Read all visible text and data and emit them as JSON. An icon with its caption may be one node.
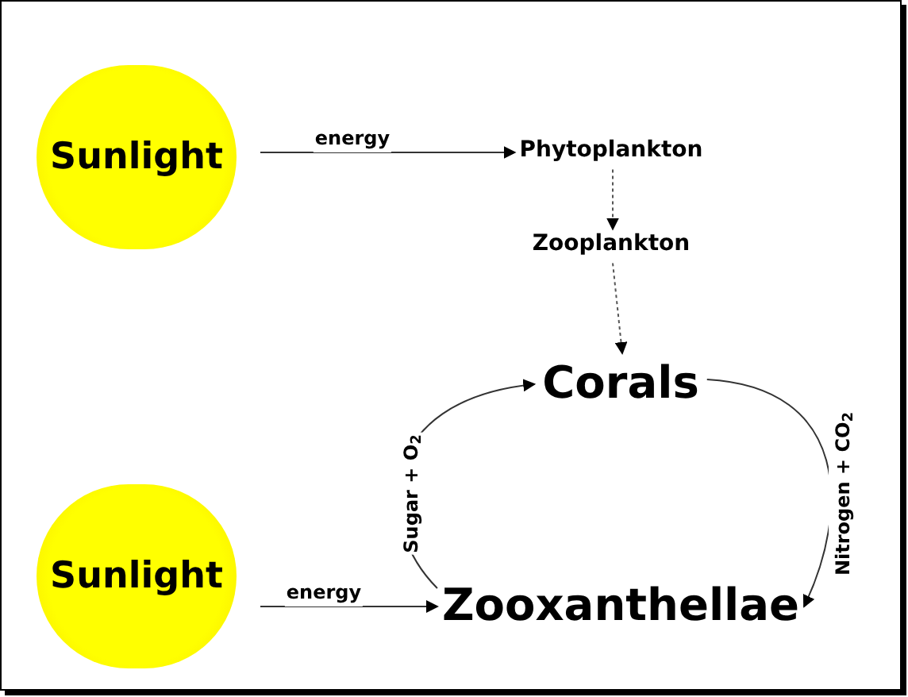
{
  "diagram": {
    "nodes": [
      {
        "text": [
          "Sunlight"
        ]
      },
      {
        "text": [
          "Phytoplankton"
        ]
      },
      {
        "text": [
          "Zooplankton"
        ]
      },
      {
        "text": [
          "Corals"
        ]
      },
      {
        "text": [
          "Sunlight"
        ]
      },
      {
        "text": [
          "Zooxanthellae"
        ]
      }
    ],
    "edges": [
      {
        "from": 0,
        "to": 1,
        "arrow": "to",
        "label": "energy"
      },
      {
        "from": 1,
        "to": 2,
        "arrow": "to",
        "style": "dashed"
      },
      {
        "from": 2,
        "to": 3,
        "arrow": "to",
        "style": "dashed"
      },
      {
        "from": 5,
        "to": 3,
        "arrow": "to",
        "label": "Sugar + O$_{2}$"
      },
      {
        "from": 3,
        "to": 5,
        "arrow": "to",
        "label": "Nitrogen + CO$_{2}$"
      },
      {
        "from": 4,
        "to": 5,
        "arrow": "to",
        "label": "energy"
      }
    ]
  }
}
